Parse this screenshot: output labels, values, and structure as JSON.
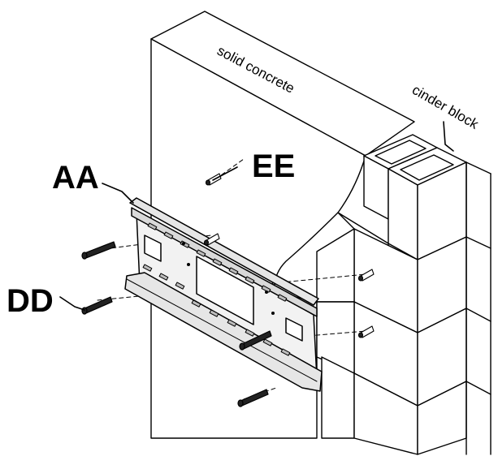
{
  "labels": {
    "aa": "AA",
    "ee": "EE",
    "dd": "DD",
    "solid_concrete": "solid concrete",
    "cinder_block": "cinder block"
  },
  "colors": {
    "ink": "#000000",
    "paper": "#ffffff",
    "bracket": "#e6e6e6",
    "bracket_dark": "#bdbdbd",
    "shadow": "#d9d9d9",
    "screw": "#222222"
  }
}
